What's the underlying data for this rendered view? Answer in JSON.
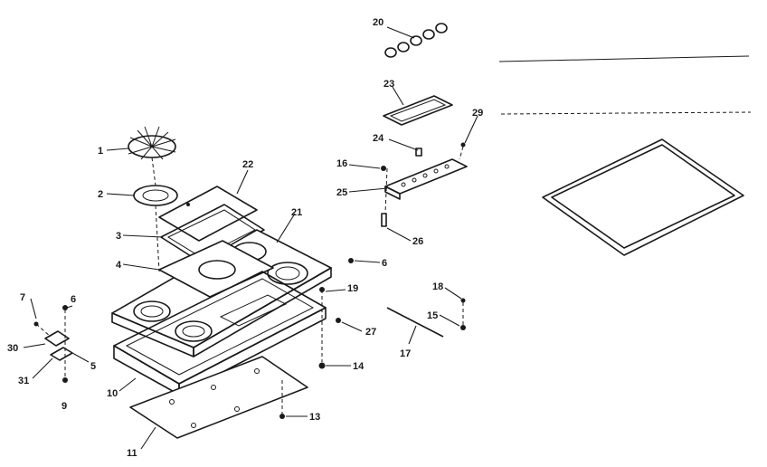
{
  "callouts": {
    "c1": "1",
    "c2": "2",
    "c3": "3",
    "c4": "4",
    "c5": "5",
    "c6a": "6",
    "c6b": "6",
    "c7": "7",
    "c9": "9",
    "c10": "10",
    "c11a": "11",
    "c11b": "11",
    "c13": "13",
    "c14": "14",
    "c15": "15",
    "c16": "16",
    "c17": "17",
    "c18": "18",
    "c19": "19",
    "c20": "20",
    "c21": "21",
    "c22": "22",
    "c23": "23",
    "c24": "24",
    "c25": "25",
    "c26": "26",
    "c27": "27",
    "c29": "29",
    "c30": "30",
    "c31": "31"
  },
  "colors": {
    "ink": "#1a1a1a",
    "paper": "#ffffff"
  }
}
